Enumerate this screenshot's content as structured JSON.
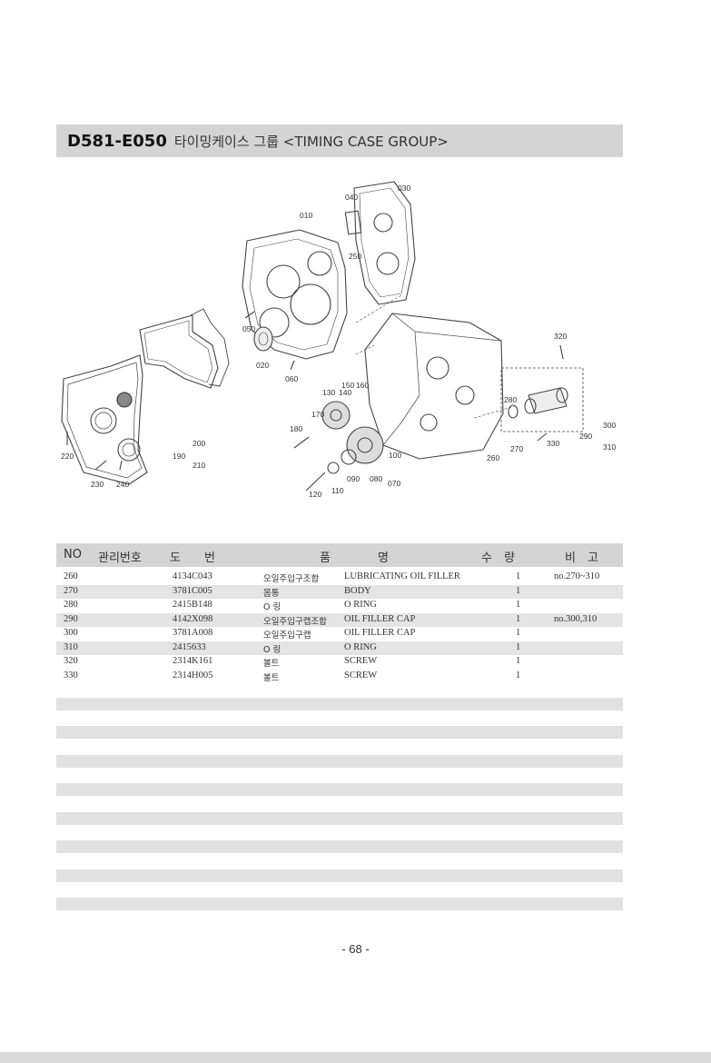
{
  "header": {
    "code": "D581-E050",
    "title": "타이밍케이스 그룹 <TIMING CASE GROUP>"
  },
  "diagram": {
    "callouts": [
      "010",
      "020",
      "030",
      "040",
      "050",
      "060",
      "070",
      "080",
      "090",
      "100",
      "110",
      "120",
      "130",
      "140",
      "150",
      "160",
      "170",
      "180",
      "190",
      "200",
      "210",
      "220",
      "230",
      "240",
      "250",
      "260",
      "270",
      "280",
      "290",
      "300",
      "310",
      "320",
      "330"
    ]
  },
  "table": {
    "columns": {
      "no": "NO",
      "mgmt": "관리번호",
      "drawing": "도　　번",
      "name1": "품",
      "name2": "명",
      "qty": "수　량",
      "remark": "비　고"
    },
    "rows": [
      {
        "no": "260",
        "part": "4134C043",
        "kor": "오일주입구조합",
        "eng": "LUBRICATING OIL FILLER",
        "qty": "1",
        "remark": "no.270~310"
      },
      {
        "no": "270",
        "part": "3781C005",
        "kor": "몸통",
        "eng": "BODY",
        "qty": "1",
        "remark": ""
      },
      {
        "no": "280",
        "part": "2415B148",
        "kor": "O 링",
        "eng": "O RING",
        "qty": "1",
        "remark": ""
      },
      {
        "no": "290",
        "part": "4142X098",
        "kor": "오일주입구캡조합",
        "eng": "OIL FILLER CAP",
        "qty": "1",
        "remark": "no.300,310"
      },
      {
        "no": "300",
        "part": "3781A008",
        "kor": "오일주입구캡",
        "eng": "OIL FILLER CAP",
        "qty": "1",
        "remark": ""
      },
      {
        "no": "310",
        "part": "2415633",
        "kor": "O 링",
        "eng": "O RING",
        "qty": "1",
        "remark": ""
      },
      {
        "no": "320",
        "part": "2314K161",
        "kor": "볼트",
        "eng": "SCREW",
        "qty": "1",
        "remark": ""
      },
      {
        "no": "330",
        "part": "2314H005",
        "kor": "볼트",
        "eng": "SCREW",
        "qty": "1",
        "remark": ""
      }
    ]
  },
  "footer": {
    "page_number": "- 68 -"
  }
}
